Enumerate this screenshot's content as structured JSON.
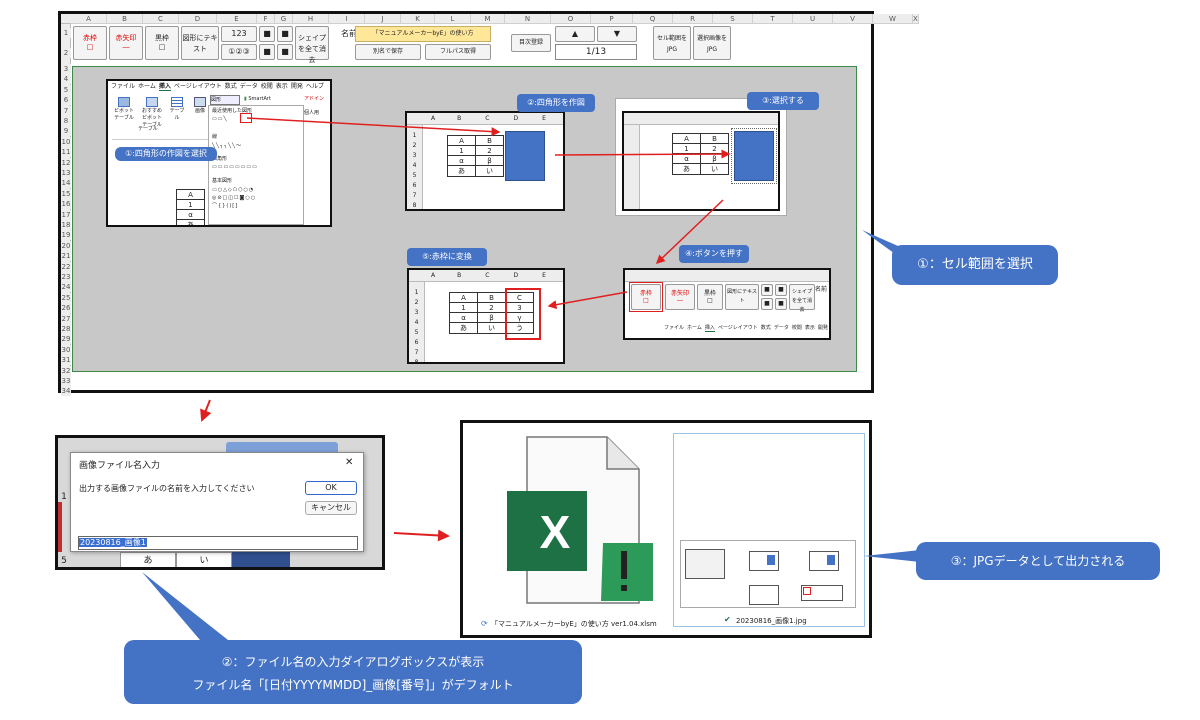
{
  "toolbar": {
    "cols": [
      "A",
      "B",
      "C",
      "D",
      "E",
      "F",
      "G",
      "H",
      "I",
      "J",
      "K",
      "L",
      "M",
      "N",
      "O",
      "P",
      "Q",
      "R",
      "S",
      "T",
      "U",
      "V",
      "W",
      "X"
    ],
    "btn_aka_waku": "赤枠",
    "btn_aka_waku_sym": "□",
    "btn_aka_sen": "赤矢印",
    "btn_aka_sen_sym": "―",
    "btn_kuro_waku": "黒枠",
    "btn_kuro_waku_sym": "□",
    "btn_zukei_text": "図形にテキスト",
    "btn_num": "123",
    "btn_num2": "①②③",
    "btn_black1": "■",
    "btn_black2": "■",
    "btn_black3": "■",
    "btn_black4": "■",
    "btn_shape_del": "シェイプを全て消去",
    "name_label": "名前",
    "manual_title": "「マニュアルメーカーbyE」の使い方",
    "btn_save_as": "別名で保存",
    "btn_fullpath": "フルパス取得",
    "btn_toc": "目次登録",
    "btn_up": "▲",
    "btn_down": "▼",
    "page_counter": "1/13",
    "btn_range_jpg": "セル範囲をJPG",
    "btn_sel_jpg": "選択画像をJPG"
  },
  "ribbon": {
    "tabs": [
      "ファイル",
      "ホーム",
      "挿入",
      "ページレイアウト",
      "数式",
      "データ",
      "校閲",
      "表示",
      "開発",
      "ヘルプ"
    ],
    "pivot": "ピボットテーブル",
    "rec_pivot": "おすすめピボットテーブル",
    "table": "テーブル",
    "image": "画像",
    "shapes": "図形",
    "smartart": "SmartArt",
    "group_table": "テーブル",
    "recent_shapes": "最近使用した図形",
    "line": "線",
    "rect": "四角形",
    "basic": "基本図形",
    "addin": "アドイン",
    "personal": "個人用"
  },
  "steps": {
    "s1": "①:四角形の作図を選択",
    "s2": "②:四角形を作図",
    "s3": "③:選択する",
    "s4": "④:ボタンを押す",
    "s5": "⑤:赤枠に変換"
  },
  "grid": {
    "header": [
      "A",
      "B",
      "C",
      "D",
      "E"
    ],
    "rows": [
      [
        "A",
        "B",
        "C"
      ],
      [
        "1",
        "2",
        "3"
      ],
      [
        "α",
        "β",
        "γ"
      ],
      [
        "あ",
        "い",
        "う"
      ]
    ]
  },
  "callouts": {
    "range": "①：セル範囲を選択",
    "dialog_line1": "②：ファイル名の入力ダイアログボックスが表示",
    "dialog_line2": "ファイル名「[日付YYYYMMDD]_画像[番号]」がデフォルト",
    "jpg": "③：JPGデータとして出力される"
  },
  "dialog": {
    "title": "画像ファイル名入力",
    "close": "✕",
    "prompt": "出力する画像ファイルの名前を入力してください",
    "ok": "OK",
    "cancel": "キャンセル",
    "value": "20230816_画像1",
    "bg_row1": "1",
    "bg_row5": "5",
    "bg_a": "あ",
    "bg_i": "い"
  },
  "files": {
    "xlsm_name": "「マニュアルメーカーbyE」の使い方 ver1.04.xlsm",
    "xlsm_icon_letter": "X",
    "jpg_name": "20230816_画像1.jpg"
  },
  "colors": {
    "accent": "#4472c4",
    "excel_green": "#1e7145",
    "red": "#e02020"
  }
}
